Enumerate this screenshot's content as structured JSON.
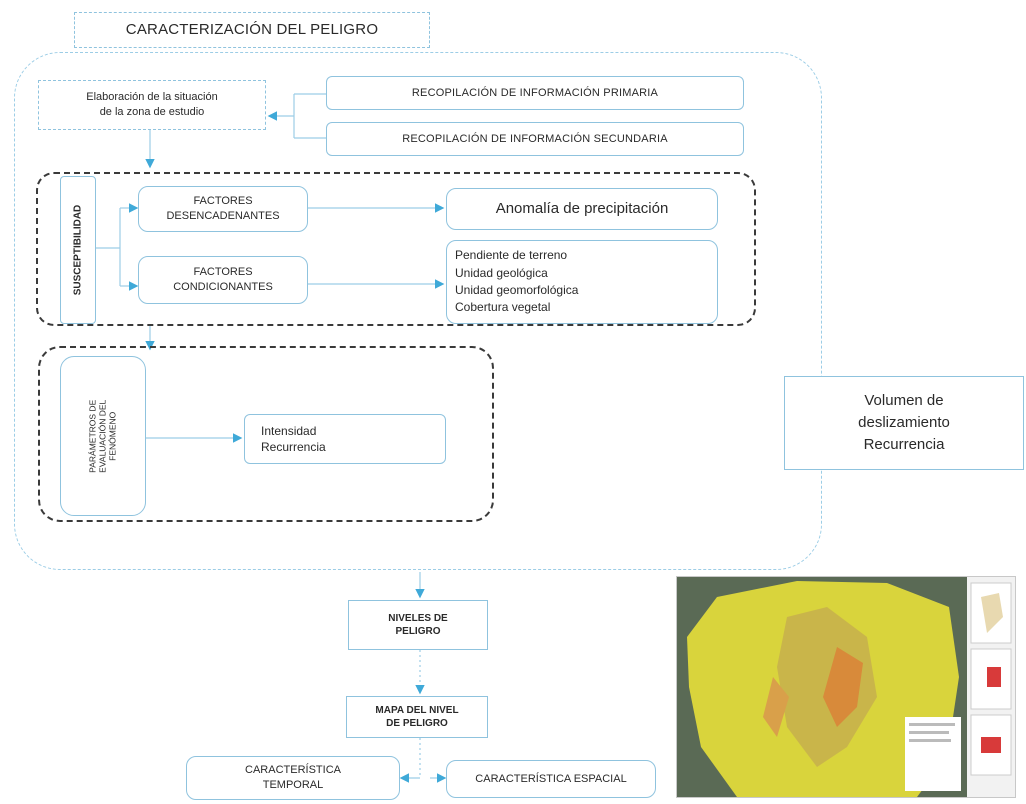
{
  "title": "CARACTERIZACIÓN DEL PELIGRO",
  "study_area": "Elaboración de la situación\nde la zona de estudio",
  "primary_info": "RECOPILACIÓN DE INFORMACIÓN PRIMARIA",
  "secondary_info": "RECOPILACIÓN DE INFORMACIÓN SECUNDARIA",
  "susceptibility_label": "SUSCEPTIBILIDAD",
  "trigger_factors": "FACTORES\nDESENCADENANTES",
  "conditioning_factors": "FACTORES\nCONDICIONANTES",
  "precipitation": "Anomalía de precipitación",
  "conditioning_list": "Pendiente de terreno\nUnidad geológica\nUnidad geomorfológica\nCobertura vegetal",
  "parameters_label": "PARÁMETROS DE\nEVALUACIÓN DEL\nFENÓMENO",
  "parameters_list": "Intensidad\nRecurrencia",
  "volume_box": "Volumen de\ndeslizamiento\nRecurrencia",
  "hazard_levels": "NIVELES DE\nPELIGRO",
  "hazard_map": "MAPA DEL NIVEL\nDE PELIGRO",
  "temporal": "CARACTERÍSTICA\nTEMPORAL",
  "spatial": "CARACTERÍSTICA ESPACIAL",
  "colors": {
    "box_border": "#8fc3de",
    "connector": "#9ccde6",
    "arrow": "#3fa9d8",
    "group_border": "#3a3a3a",
    "map_fill": "#d9d43c"
  }
}
